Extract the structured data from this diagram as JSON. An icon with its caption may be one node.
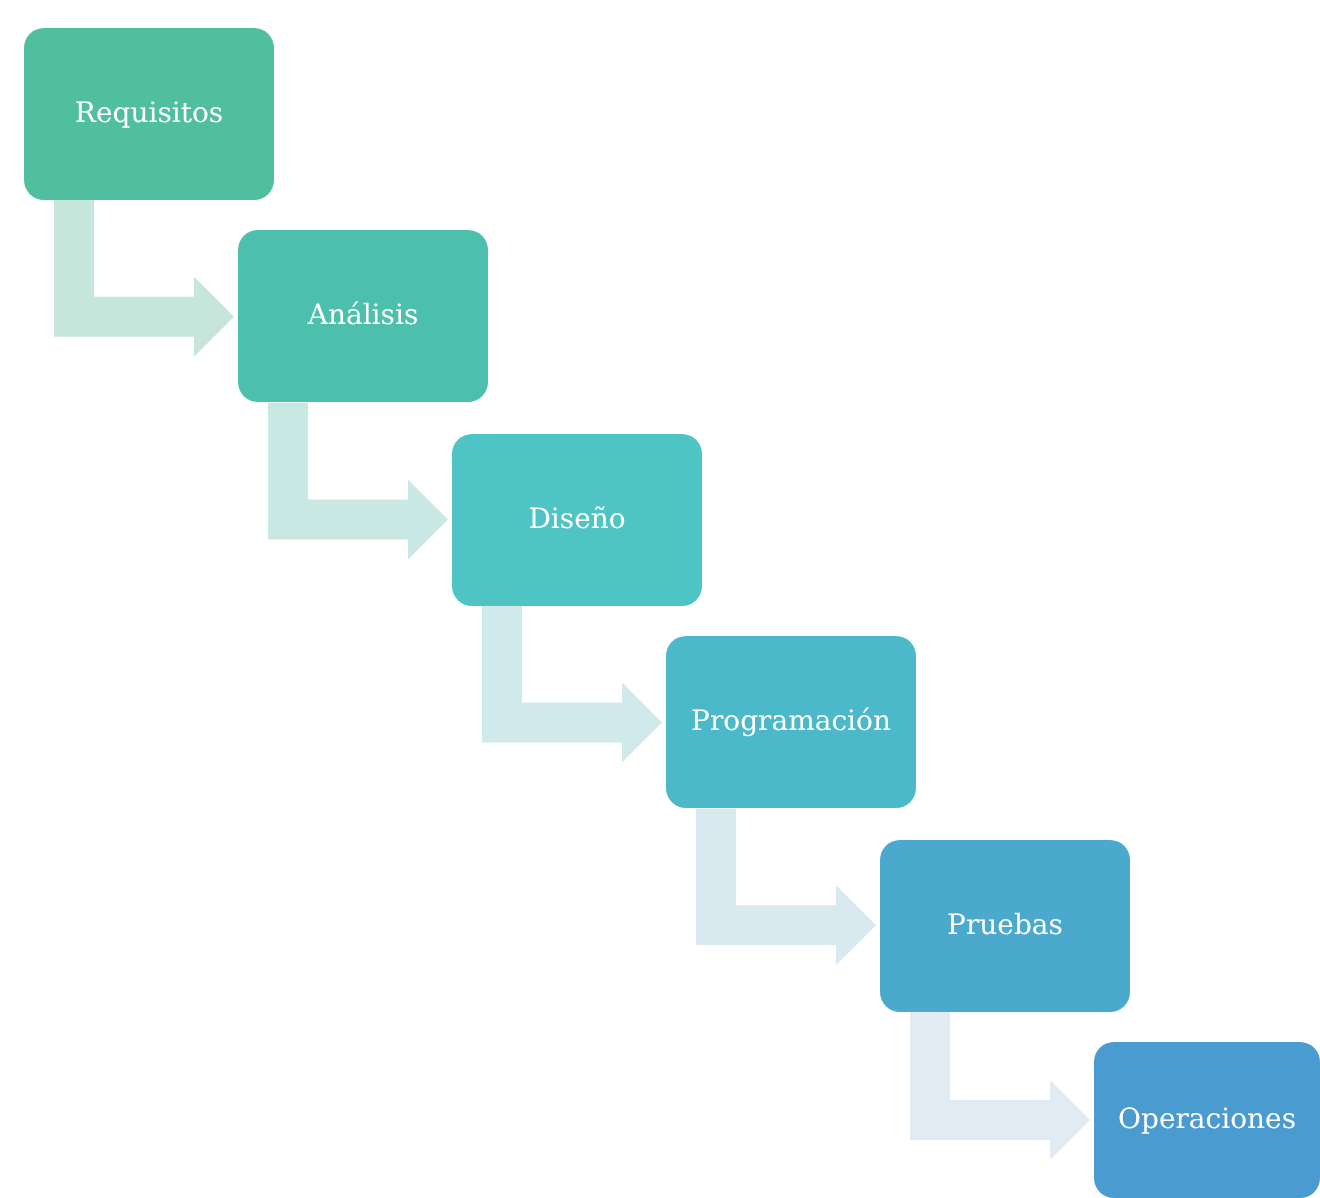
{
  "diagram": {
    "nodes": [
      {
        "text": [
          "Requisitos"
        ]
      },
      {
        "text": [
          "Análisis"
        ]
      },
      {
        "text": [
          "Diseño"
        ]
      },
      {
        "text": [
          "Programación"
        ]
      },
      {
        "text": [
          "Pruebas"
        ]
      },
      {
        "text": [
          "Operaciones"
        ]
      }
    ],
    "edges": [
      {
        "from": 0,
        "to": 1,
        "arrow": "to",
        "color": "#c6e6dc"
      },
      {
        "from": 1,
        "to": 2,
        "arrow": "to",
        "color": "#c9e7e3"
      },
      {
        "from": 2,
        "to": 3,
        "arrow": "to",
        "color": "#d0e9eb"
      },
      {
        "from": 3,
        "to": 4,
        "arrow": "to",
        "color": "#d8e9ef"
      },
      {
        "from": 4,
        "to": 5,
        "arrow": "to",
        "color": "#e2ebf3"
      }
    ]
  }
}
